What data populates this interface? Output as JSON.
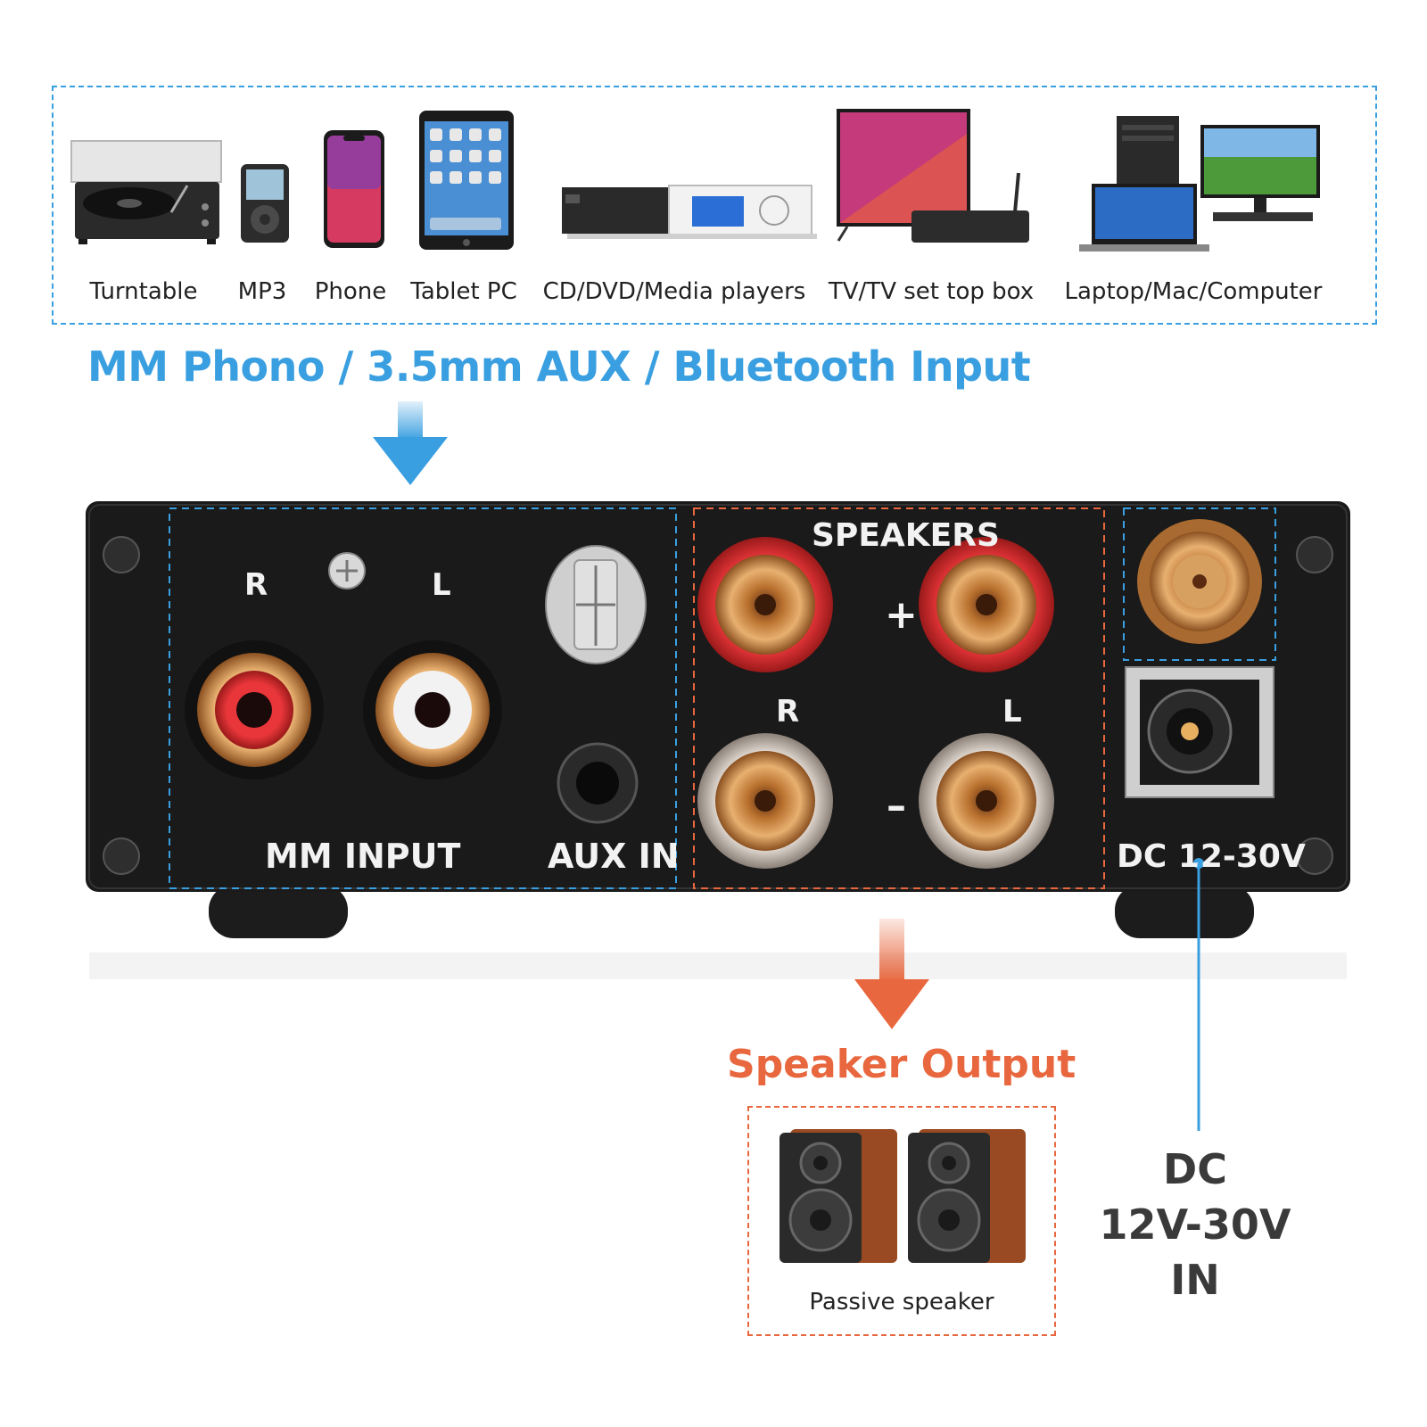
{
  "sources": {
    "devices": [
      {
        "label": "Turntable",
        "icon": "turntable-icon"
      },
      {
        "label": "MP3",
        "icon": "mp3-player-icon"
      },
      {
        "label": "Phone",
        "icon": "phone-icon"
      },
      {
        "label": "Tablet PC",
        "icon": "tablet-icon"
      },
      {
        "label": "CD/DVD/Media players",
        "icon": "media-player-icon"
      },
      {
        "label": "TV/TV set top box",
        "icon": "tv-icon"
      },
      {
        "label": "Laptop/Mac/Computer",
        "icon": "computer-icon"
      }
    ]
  },
  "input_heading": "MM Phono / 3.5mm AUX / Bluetooth Input",
  "panel": {
    "channel_r": "R",
    "channel_l": "L",
    "mm_input_label": "MM INPUT",
    "aux_in_label": "AUX IN",
    "speakers_label": "SPEAKERS",
    "speaker_r": "R",
    "speaker_l": "L",
    "plus_sign": "+",
    "minus_sign": "–",
    "dc_label": "DC 12-30V"
  },
  "output_heading": "Speaker Output",
  "speaker_caption": "Passive speaker",
  "dc_input": {
    "line1": "DC",
    "line2": "12V-30V",
    "line3": "IN"
  },
  "colors": {
    "input_accent": "#3a9fe0",
    "output_accent": "#e8673e",
    "panel": "#1a1a1a"
  }
}
